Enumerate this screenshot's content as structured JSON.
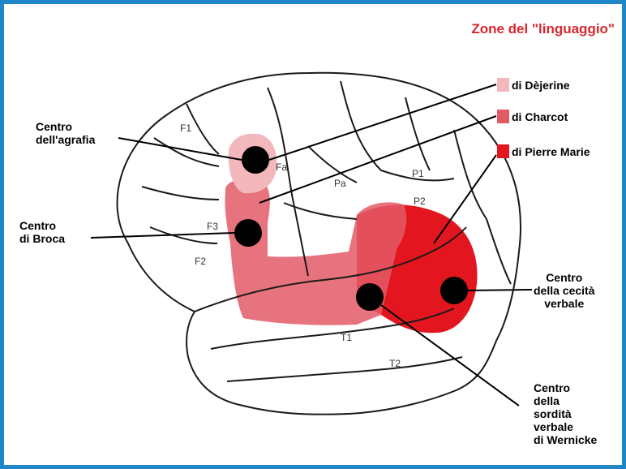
{
  "title": "Zone del \"linguaggio\"",
  "colors": {
    "frame": "#1f86c8",
    "title": "#d9262e",
    "dejerine": "#f2b8bc",
    "charcot": "#e35a67",
    "pierre_marie": "#e3161f",
    "centers": "#000000"
  },
  "legend": [
    {
      "label": "di Dèjerine",
      "color": "#f2b8bc"
    },
    {
      "label": "di Charcot",
      "color": "#e35a67"
    },
    {
      "label": "di Pierre Marie",
      "color": "#e3161f"
    }
  ],
  "callouts": {
    "agrafia": [
      "Centro",
      "dell'agrafia"
    ],
    "broca": [
      "Centro",
      "di Broca"
    ],
    "cecita": [
      "Centro",
      "della cecità",
      "verbale"
    ],
    "wernicke": [
      "Centro",
      "della",
      "sordità",
      "verbale",
      "di Wernicke"
    ]
  },
  "brain_labels": {
    "f1": "F1",
    "f2": "F2",
    "f3": "F3",
    "fa": "Fa",
    "pa": "Pa",
    "p1": "P1",
    "p2": "P2",
    "t1": "T1",
    "t2": "T2"
  }
}
